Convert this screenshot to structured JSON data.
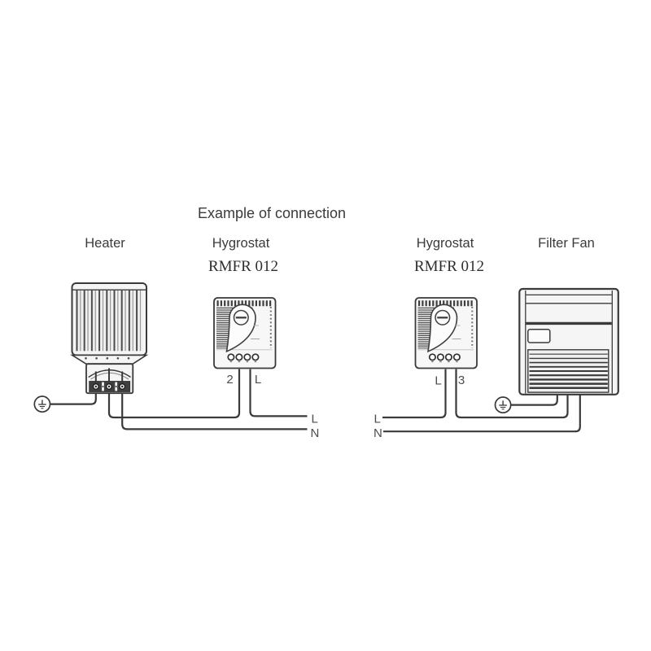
{
  "title": "Example of connection",
  "colors": {
    "line": "#3a3a3a",
    "panel": "#f5f5f5",
    "text": "#3b3b3b",
    "label": "#4c4c4c",
    "background": "#ffffff"
  },
  "components": {
    "heater": {
      "label": "Heater"
    },
    "hygrostat_left": {
      "label": "Hygrostat",
      "model": "RMFR 012",
      "wire_left": "2",
      "wire_right": "L"
    },
    "hygrostat_right": {
      "label": "Hygrostat",
      "model": "RMFR 012",
      "wire_left": "L",
      "wire_right": "3"
    },
    "filter_fan": {
      "label": "Filter Fan"
    }
  },
  "mains_left": {
    "line": "L",
    "neutral": "N"
  },
  "mains_right": {
    "line": "L",
    "neutral": "N"
  }
}
